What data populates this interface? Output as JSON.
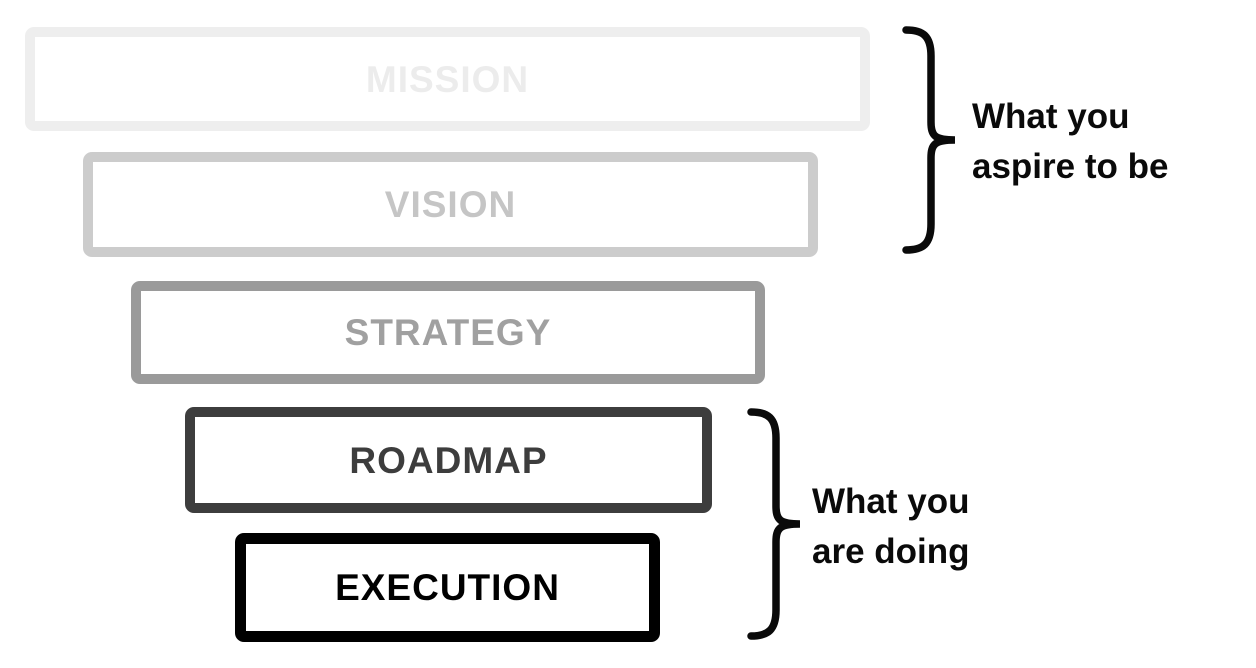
{
  "diagram": {
    "levels": [
      {
        "label": "MISSION",
        "border_color": "#eeeeee",
        "text_color": "#ececec"
      },
      {
        "label": "VISION",
        "border_color": "#cccccc",
        "text_color": "#c5c5c5"
      },
      {
        "label": "STRATEGY",
        "border_color": "#9a9a9a",
        "text_color": "#a0a0a0"
      },
      {
        "label": "ROADMAP",
        "border_color": "#3d3d3d",
        "text_color": "#3d3d3d"
      },
      {
        "label": "EXECUTION",
        "border_color": "#000000",
        "text_color": "#000000"
      }
    ],
    "annotations": [
      {
        "line1": "What you",
        "line2": "aspire to be",
        "covers_levels": "MISSION, VISION"
      },
      {
        "line1": "What you",
        "line2": "are doing",
        "covers_levels": "ROADMAP, EXECUTION"
      }
    ],
    "bracket_color": "#0a0a0a"
  }
}
